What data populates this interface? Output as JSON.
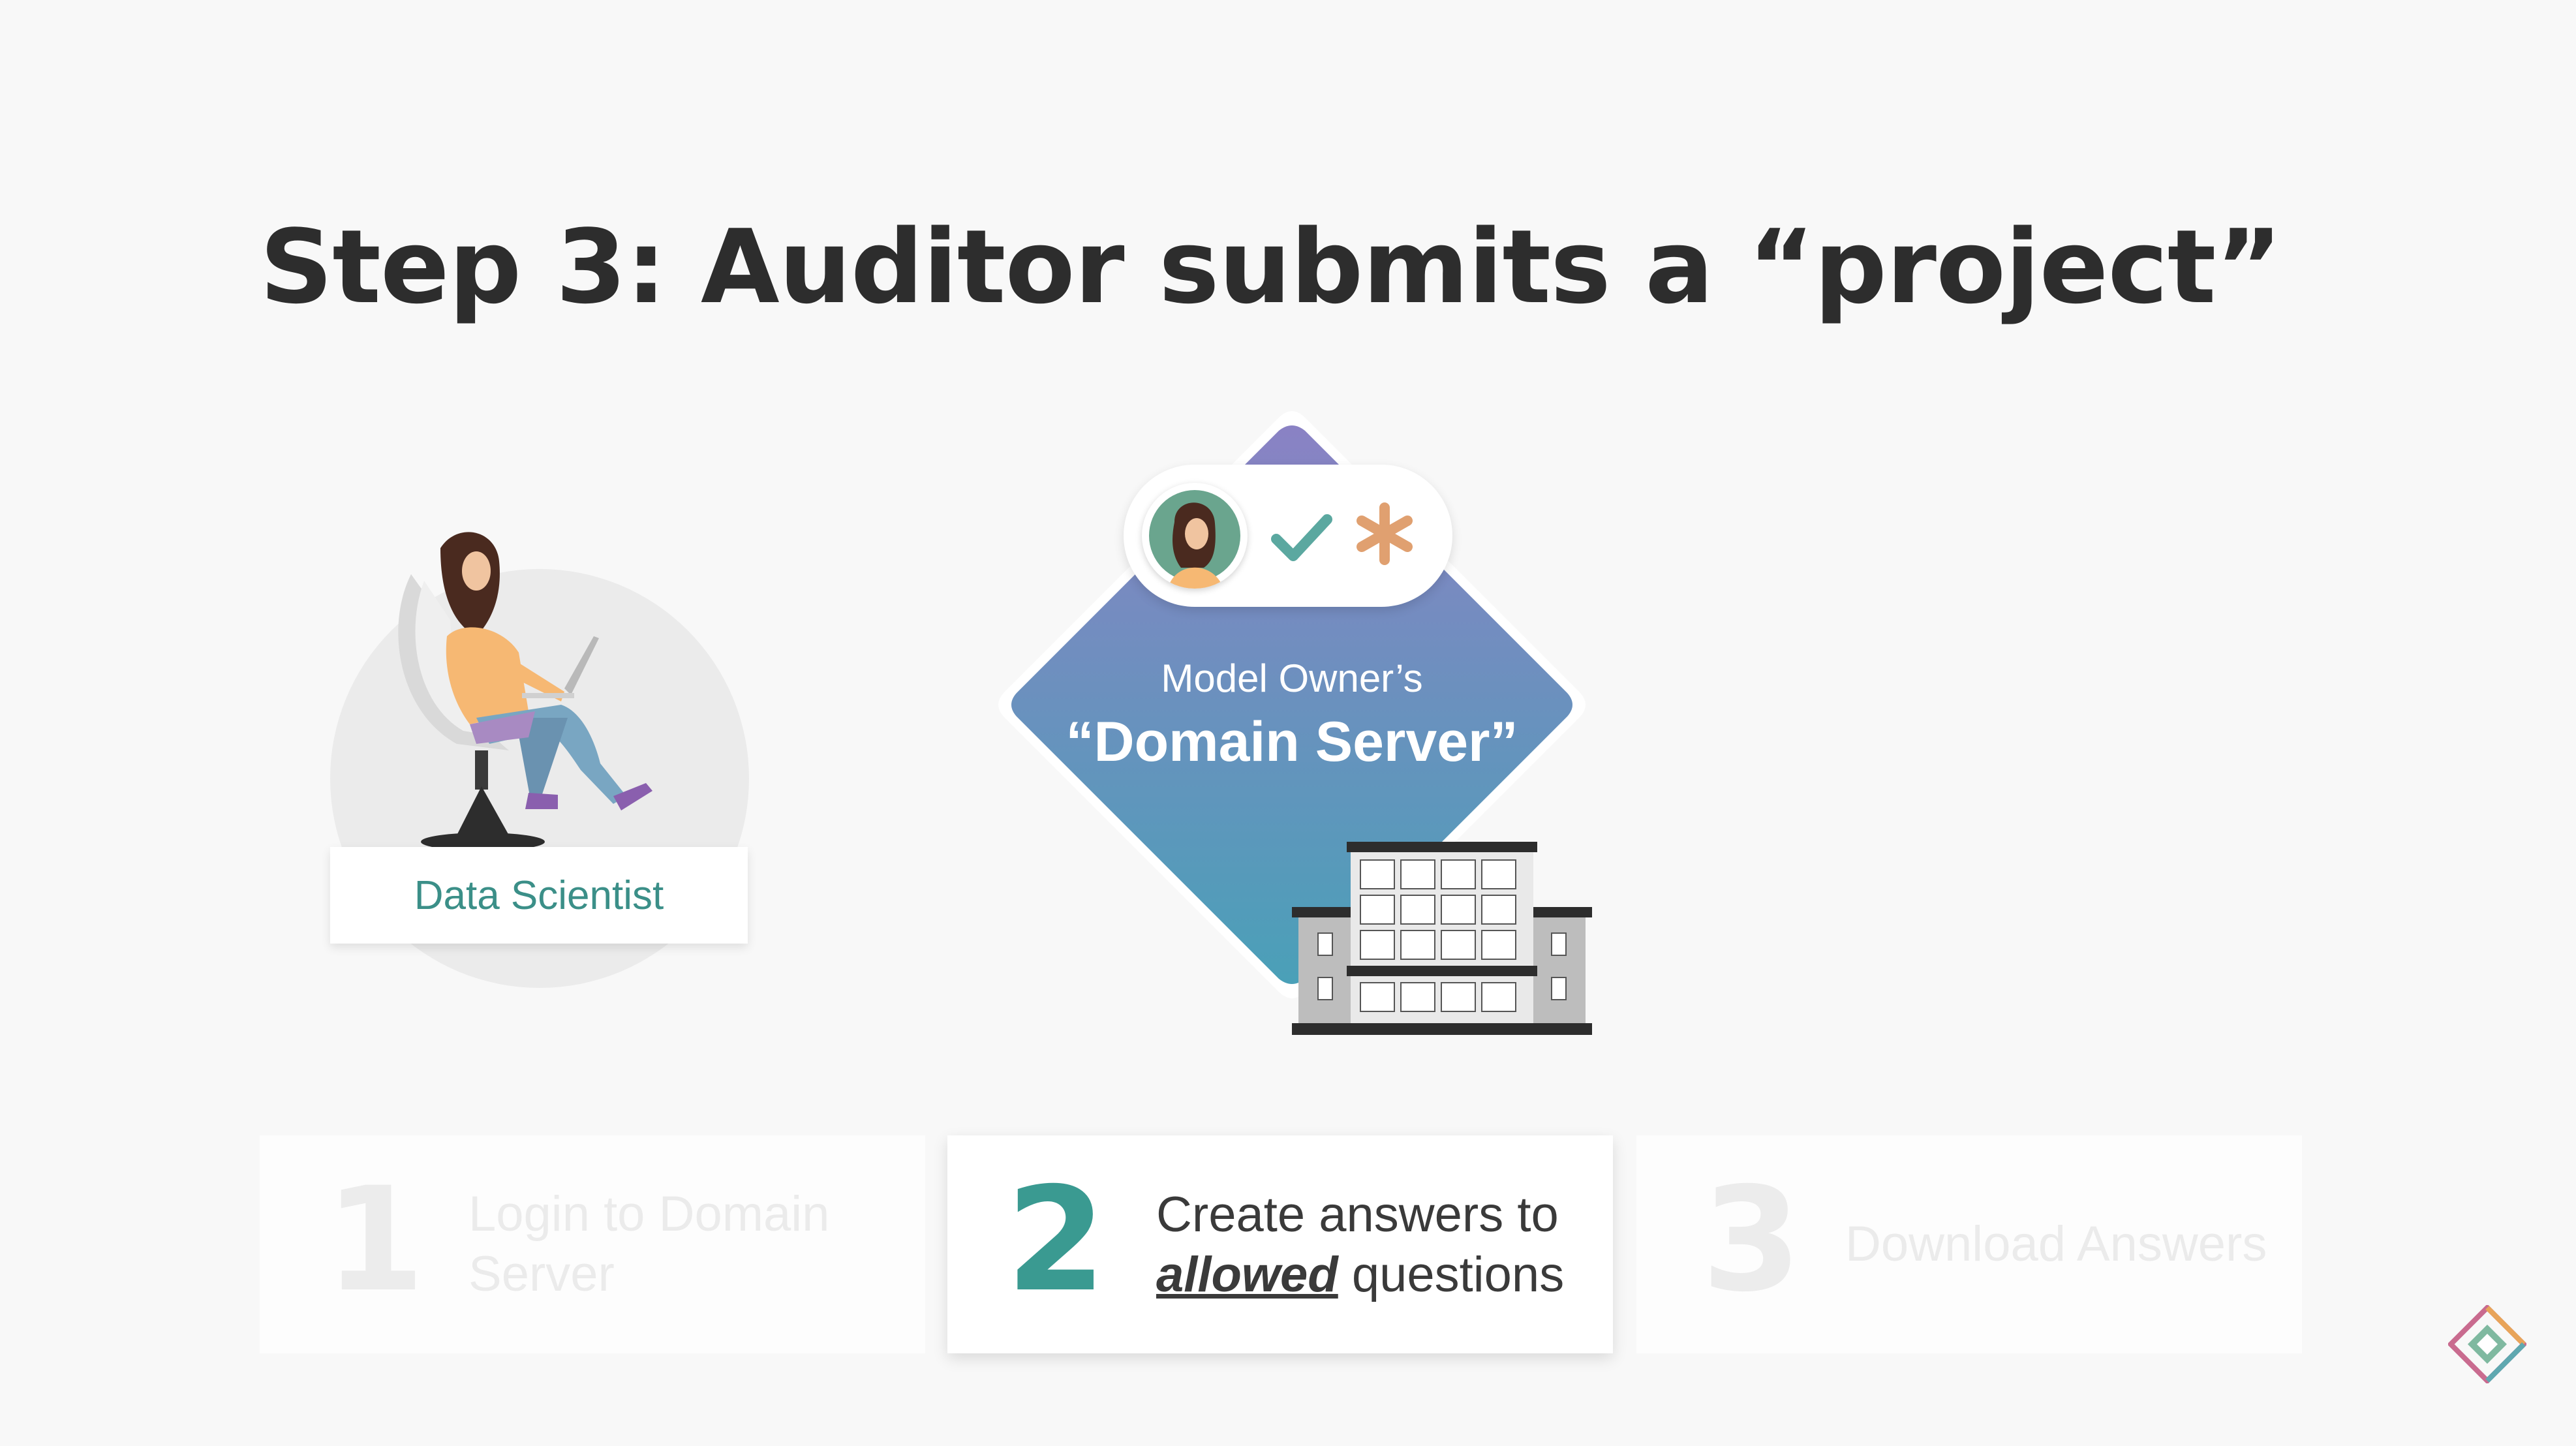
{
  "title": "Step 3: Auditor submits a “project”",
  "data_scientist": {
    "label": "Data Scientist"
  },
  "domain_server": {
    "owner_label": "Model Owner’s",
    "name": "“Domain Server”",
    "gradient_top": "#8a82c4",
    "gradient_bottom": "#4aa0b8",
    "icons": [
      "user-avatar-icon",
      "checkmark-icon",
      "asterisk-icon",
      "building-icon"
    ]
  },
  "steps": [
    {
      "number": "1",
      "text": "Login to Domain Server",
      "state": "inactive"
    },
    {
      "number": "2",
      "text_before": "Create answers to",
      "emphasis": "allowed",
      "text_after": "questions",
      "state": "active"
    },
    {
      "number": "3",
      "text": "Download Answers",
      "state": "inactive"
    }
  ],
  "colors": {
    "accent": "#3a9a91",
    "check": "#5ba8a0",
    "asterisk": "#e0a070"
  }
}
